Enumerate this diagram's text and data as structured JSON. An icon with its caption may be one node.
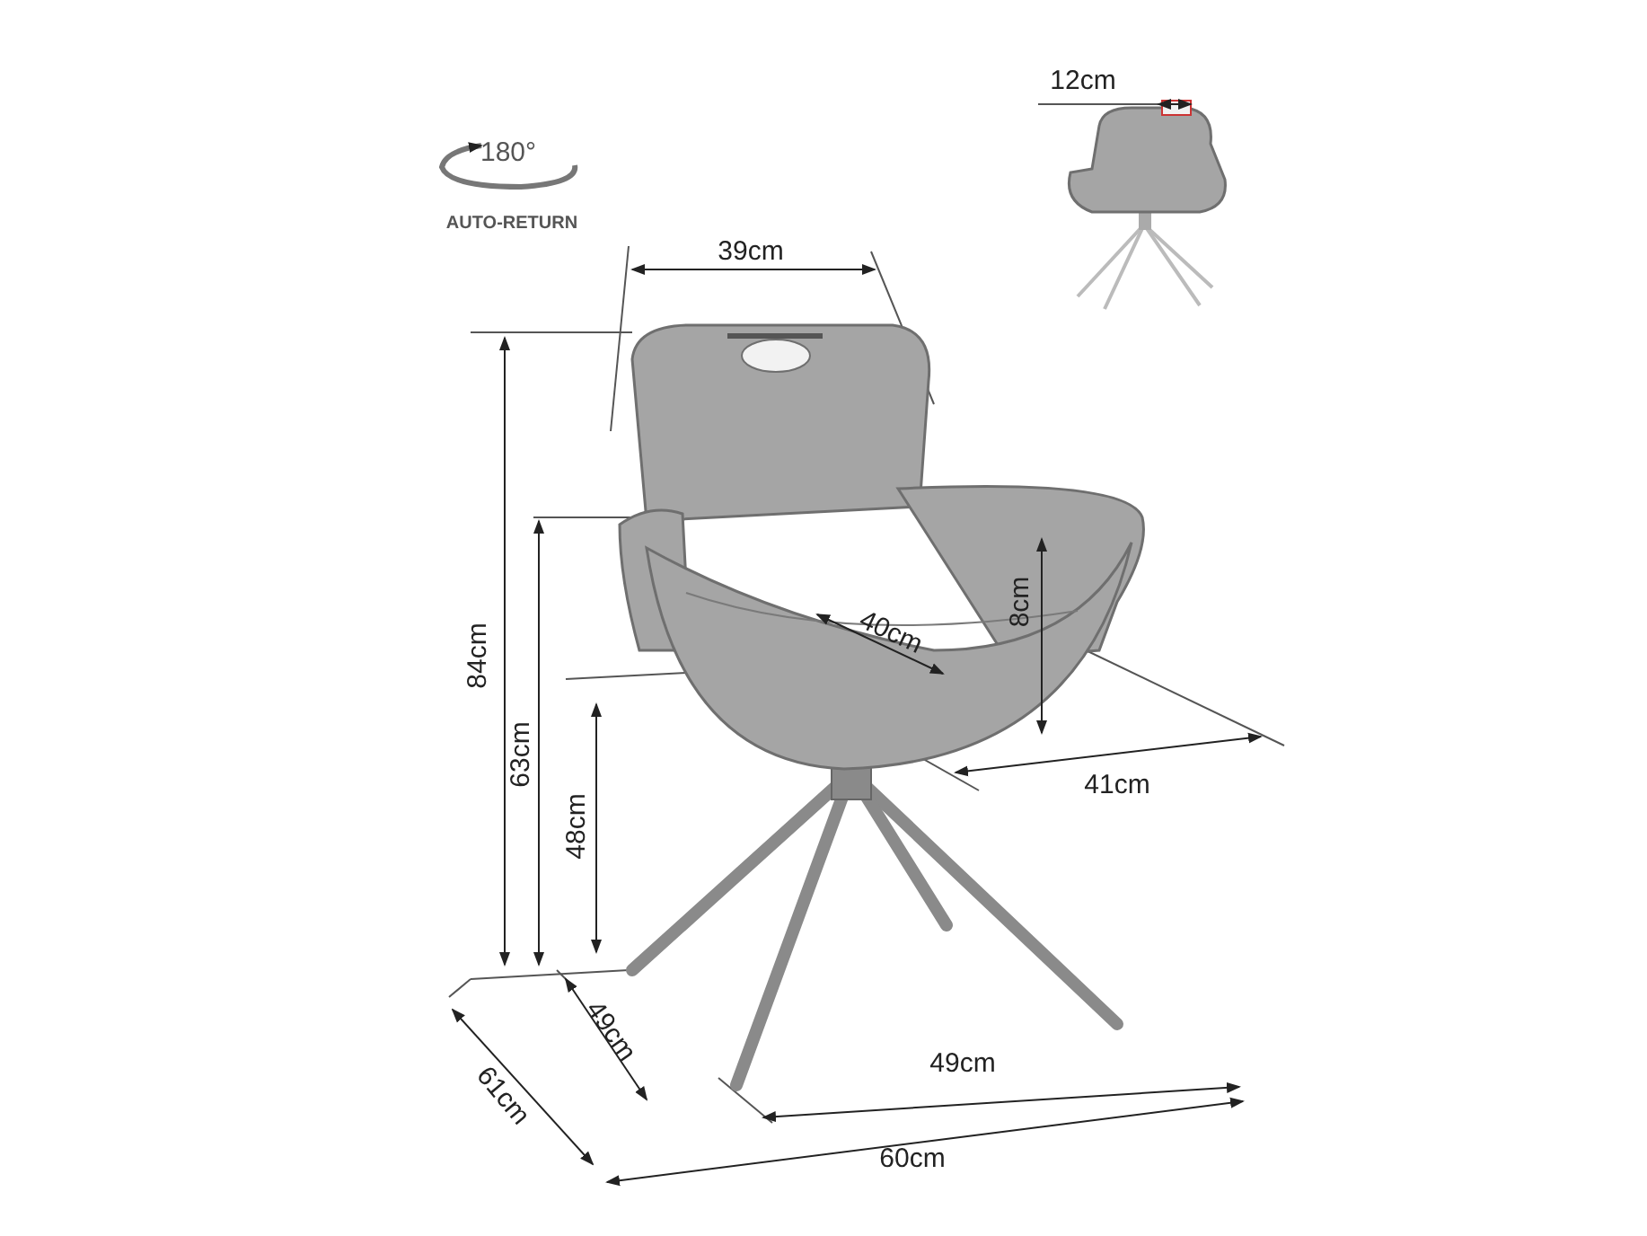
{
  "diagram": {
    "labels": [
      "12cm",
      "180°",
      "AUTO-RETURN",
      "39cm",
      "8cm",
      "40cm",
      "84cm",
      "63cm",
      "41cm",
      "48cm",
      "49cm",
      "49cm",
      "61cm",
      "60cm"
    ]
  }
}
